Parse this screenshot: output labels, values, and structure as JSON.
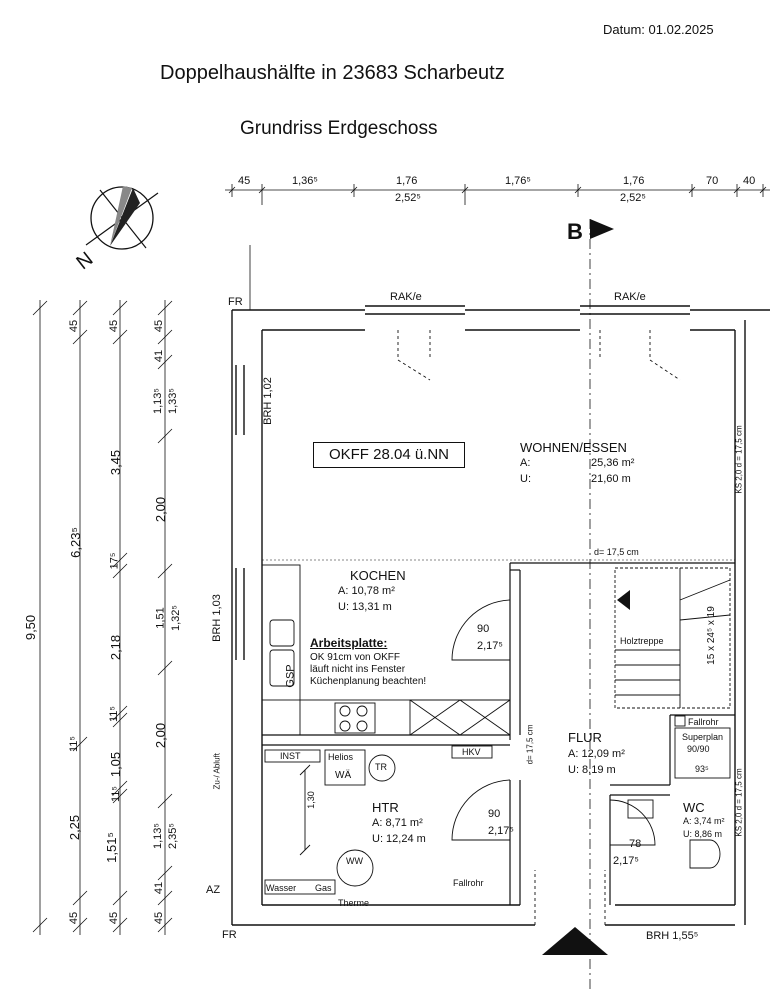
{
  "header": {
    "date": "Datum:  01.02.2025",
    "title": "Doppelhaushälfte in 23683 Scharbeutz",
    "subtitle": "Grundriss Erdgeschoss"
  },
  "compass": {
    "label": "N"
  },
  "section_marker": "B",
  "top_dimensions": {
    "upper": [
      "45",
      "1,36⁵",
      "1,76",
      "1,76⁵",
      "1,76",
      "70",
      "40"
    ],
    "lower": [
      "2,52⁵",
      "2,52⁵"
    ]
  },
  "left_dimensions": {
    "chain1": [
      "9,50"
    ],
    "chain2": [
      "45",
      "6,23⁵",
      "11⁵",
      "2,25",
      "45"
    ],
    "chain3": [
      "45",
      "3,45",
      "17⁵",
      "2,18",
      "11⁵",
      "1,05",
      "11⁵",
      "1,51⁵",
      "45"
    ],
    "chain4": [
      "45",
      "41",
      "1,13⁵",
      "1,33⁵",
      "2,00",
      "1,51",
      "1,32⁵",
      "2,00",
      "1,13⁵",
      "2,35⁵",
      "41",
      "45"
    ]
  },
  "window_labels": {
    "rak_left": "RAK/e",
    "rak_right": "RAK/e",
    "fr_top": "FR",
    "fr_bottom": "FR",
    "brh_1": "BRH 1,02",
    "brh_2": "BRH 1,03",
    "brh_bottom": "BRH 1,55⁵",
    "az": "AZ",
    "zu_abluft": "Zu-/ Abluft"
  },
  "okff": "OKFF 28.04 ü.NN",
  "rooms": {
    "wohnen": {
      "name": "WOHNEN/ESSEN",
      "a_label": "A:",
      "a_value": "25,36 m²",
      "u_label": "U:",
      "u_value": "21,60 m"
    },
    "kochen": {
      "name": "KOCHEN",
      "area": "A: 10,78 m²",
      "perimeter": "U: 13,31 m"
    },
    "flur": {
      "name": "FLUR",
      "area": "A: 12,09 m²",
      "perimeter": "U: 8,19 m"
    },
    "htr": {
      "name": "HTR",
      "area": "A:  8,71 m²",
      "perimeter": "U: 12,24 m"
    },
    "wc": {
      "name": "WC",
      "area": "A: 3,74 m²",
      "perimeter": "U: 8,86 m"
    }
  },
  "doors": [
    {
      "width": "90",
      "height": "2,17⁵"
    },
    {
      "width": "90",
      "height": "2,17⁵"
    },
    {
      "width": "78",
      "height": "2,17⁵"
    }
  ],
  "kitchen": {
    "worktop_title": "Arbeitsplatte:",
    "worktop_note": [
      "OK 91cm von OKFF",
      "läuft nicht ins Fenster",
      "Küchenplanung beachten!"
    ],
    "gsp": "GSP"
  },
  "technical": {
    "inst": "INST",
    "helios": "Helios",
    "wa": "WÄ",
    "tr": "TR",
    "hkv": "HKV",
    "ww": "WW",
    "wasser": "Wasser",
    "gas": "Gas",
    "therme": "Therme",
    "dim_130": "1,30",
    "fallrohr_1": "Fallrohr",
    "fallrohr_2": "Fallrohr"
  },
  "stairs": {
    "name": "Holztreppe",
    "spec": "15 x 24⁵ x 19"
  },
  "shower": {
    "name": "Superplan",
    "size": "90/90",
    "drain": "93⁵"
  },
  "wall_notes": {
    "d_175_top": "d= 17,5 cm",
    "d_175_side": "d= 17,5 cm",
    "ks_1": "KS 2,0 d = 17,5 cm",
    "ks_2": "KS 2,0 d = 17,5 cm"
  }
}
